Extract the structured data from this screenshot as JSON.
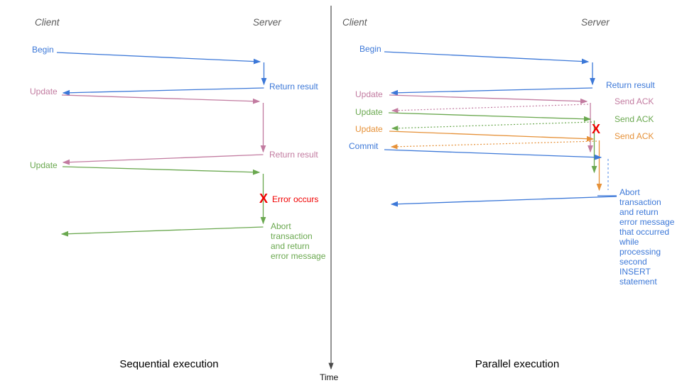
{
  "colors": {
    "blue": "#3c78d8",
    "blue_light": "#6d9eeb",
    "pink": "#c27ba0",
    "green": "#6aa84f",
    "orange": "#e69138",
    "red": "#f00000",
    "header_gray": "#5b5b5b",
    "axis_gray": "#4a4a4a"
  },
  "time_axis": {
    "label": "Time"
  },
  "left": {
    "caption": "Sequential execution",
    "client_header": "Client",
    "server_header": "Server",
    "labels": {
      "begin": "Begin",
      "return_result_1": "Return result",
      "update_1": "Update",
      "return_result_2": "Return result",
      "update_2": "Update",
      "error_x": "X",
      "error": "Error occurs",
      "abort_lines": [
        "Abort",
        "transaction",
        "and return",
        "error message"
      ]
    }
  },
  "right": {
    "caption": "Parallel execution",
    "client_header": "Client",
    "server_header": "Server",
    "labels": {
      "begin": "Begin",
      "return_result": "Return result",
      "update_1": "Update",
      "send_ack_1": "Send ACK",
      "update_2": "Update",
      "send_ack_2": "Send ACK",
      "update_3": "Update",
      "send_ack_3": "Send ACK",
      "commit": "Commit",
      "error_x": "X",
      "abort_lines": [
        "Abort",
        "transaction",
        "and return",
        "error message",
        "that occurred",
        "while",
        "processing",
        "second",
        "INSERT",
        "statement"
      ]
    }
  }
}
